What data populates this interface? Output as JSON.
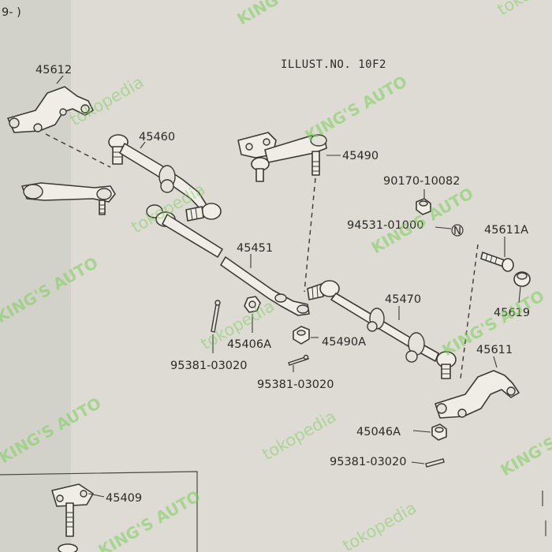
{
  "header": {
    "fragment": "9-   )",
    "illust_no": "ILLUST.NO. 10F2"
  },
  "callouts": [
    {
      "id": "45612",
      "text": "45612"
    },
    {
      "id": "45460",
      "text": "45460"
    },
    {
      "id": "45490",
      "text": "45490"
    },
    {
      "id": "90170-10082",
      "text": "90170-10082"
    },
    {
      "id": "94531-01000",
      "text": "94531-01000"
    },
    {
      "id": "n-marker",
      "text": "N"
    },
    {
      "id": "45611A",
      "text": "45611A"
    },
    {
      "id": "45451",
      "text": "45451"
    },
    {
      "id": "45619",
      "text": "45619"
    },
    {
      "id": "45470",
      "text": "45470"
    },
    {
      "id": "45406A",
      "text": "45406A"
    },
    {
      "id": "45490A",
      "text": "45490A"
    },
    {
      "id": "95381-03020-a",
      "text": "95381-03020"
    },
    {
      "id": "95381-03020-b",
      "text": "95381-03020"
    },
    {
      "id": "45611",
      "text": "45611"
    },
    {
      "id": "45046A",
      "text": "45046A"
    },
    {
      "id": "95381-03020-c",
      "text": "95381-03020"
    },
    {
      "id": "45409",
      "text": "45409"
    }
  ],
  "watermarks": {
    "kings": "KING'S AUTO",
    "tokopedia": "tokopedia"
  },
  "colors": {
    "paper": "#d9d7cf",
    "ink": "#2b2a26",
    "watermark": "#7ccf5a"
  }
}
